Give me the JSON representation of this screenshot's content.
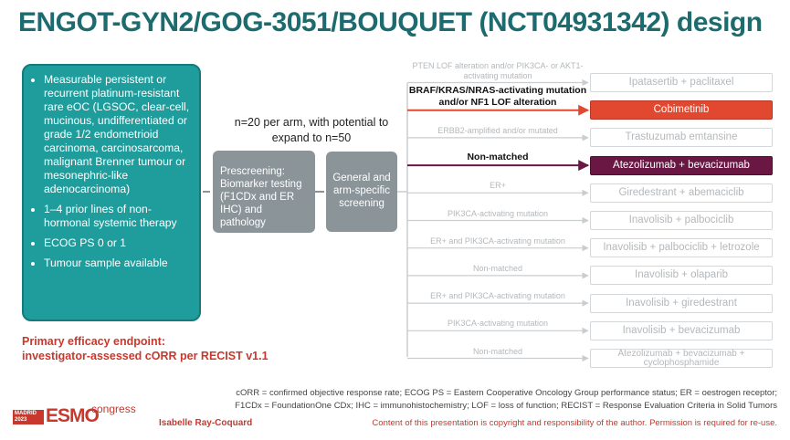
{
  "title": "ENGOT-GYN2/GOG-3051/BOUQUET (NCT04931342) design",
  "eligibility": [
    "Measurable persistent or recurrent platinum-resistant rare eOC (LGSOC, clear-cell, mucinous, undifferentiated or grade 1/2 endometrioid carcinoma, carcinosarcoma, malignant Brenner tumour or mesonephric-like adenocarcinoma)",
    "1–4 prior lines of non-hormonal systemic therapy",
    "ECOG PS 0 or 1",
    "Tumour sample available"
  ],
  "endpoint": {
    "line1": "Primary efficacy endpoint:",
    "line2": "investigator-assessed cORR per RECIST v1.1"
  },
  "n_text": "n=20 per arm, with potential to expand to n=50",
  "prescreening": "Prescreening: Biomarker testing (F1CDx and ER IHC) and pathology",
  "screening": "General and arm-specific screening",
  "branches": [
    {
      "label": "PTEN LOF alteration and/or PIK3CA- or AKT1-activating mutation",
      "arm": "Ipatasertib + paclitaxel",
      "state": "inactive"
    },
    {
      "label": "BRAF/KRAS/NRAS-activating mutation and/or NF1 LOF alteration",
      "arm": "Cobimetinib",
      "state": "red"
    },
    {
      "label": "ERBB2-amplified and/or mutated",
      "arm": "Trastuzumab emtansine",
      "state": "inactive"
    },
    {
      "label": "Non-matched",
      "arm": "Atezolizumab + bevacizumab",
      "state": "dark"
    },
    {
      "label": "ER+",
      "arm": "Giredestrant + abemaciclib",
      "state": "inactive"
    },
    {
      "label": "PIK3CA-activating mutation",
      "arm": "Inavolisib + palbociclib",
      "state": "inactive"
    },
    {
      "label": "ER+ and PIK3CA-activating mutation",
      "arm": "Inavolisib + palbociclib + letrozole",
      "state": "inactive"
    },
    {
      "label": "Non-matched",
      "arm": "Inavolisib + olaparib",
      "state": "inactive"
    },
    {
      "label": "ER+ and PIK3CA-activating mutation",
      "arm": "Inavolisib + giredestrant",
      "state": "inactive"
    },
    {
      "label": "PIK3CA-activating mutation",
      "arm": "Inavolisib + bevacizumab",
      "state": "inactive"
    },
    {
      "label": "Non-matched",
      "arm": "Atezolizumab + bevacizumab + cyclophosphamide",
      "state": "inactive"
    }
  ],
  "footnote": {
    "line1": "cORR = confirmed objective response rate; ECOG PS = Eastern Cooperative Oncology Group performance status; ER = oestrogen receptor;",
    "line2": "F1CDx = FoundationOne CDx; IHC = immunohistochemistry; LOF = loss of function; RECIST = Response Evaluation Criteria in Solid Tumors"
  },
  "author": "Isabelle Ray-Coquard",
  "copyright": "Content of this presentation is copyright and responsibility of the author. Permission is required for re-use.",
  "logo": {
    "city": "MADRID",
    "year": "2023",
    "brand": "ESMO",
    "suffix": "congress"
  },
  "colors": {
    "teal": "#1f9c9c",
    "title": "#1d6b6e",
    "red": "#e2482f",
    "dark": "#6a1743",
    "grey": "#8a9499"
  }
}
